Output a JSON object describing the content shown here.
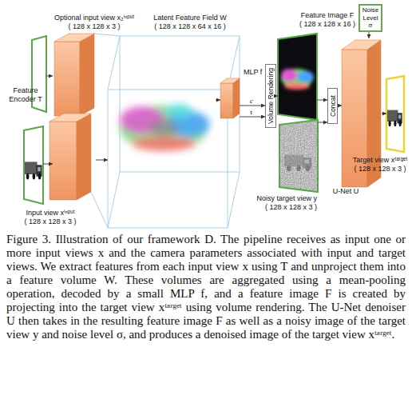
{
  "diagram": {
    "caption": "Figure 3. Illustration of our framework D. The pipeline receives as input one or more input views x and the camera parameters associated with input and target views. We extract features from each input view x using T and unproject them into a feature volume W. These volumes are aggregated using a mean-pooling operation, decoded by a small MLP f, and a feature image F is created by projecting into the target view xᵗᵃʳᵍᵉᵗ using volume rendering. The U-Net denoiser U then takes in the resulting feature image F as well as a noisy image of the target view y and noise level σ, and produces a denoised image of the target view xᵗᵃʳᵍᵉᵗ.",
    "nodes": [
      {
        "text": [
          "Optional input view x₂ⁱⁿᵖᵘᵗ",
          "( 128 x 128 x 3 )"
        ]
      },
      {
        "text": [
          "Input view xⁱⁿᵖᵘᵗ",
          "( 128 x 128 x 3 )"
        ]
      },
      {
        "text": [
          "Feature Encoder T"
        ]
      },
      {
        "text": [
          "Latent Feature Field W",
          "( 128 x 128 x 64 x 16 )"
        ]
      },
      {
        "text": [
          "MLP f"
        ]
      },
      {
        "text": [
          "Volume Rendering"
        ]
      },
      {
        "text": [
          "Feature Image F",
          "( 128 x 128 x 16 )"
        ]
      },
      {
        "text": [
          "Noisy target view y",
          "( 128 x 128 x 3 )"
        ]
      },
      {
        "text": [
          "Concat"
        ]
      },
      {
        "text": [
          "Noise Level σ"
        ]
      },
      {
        "text": [
          "U-Net U"
        ]
      },
      {
        "text": [
          "Target view xᵗᵃʳᵍᵉᵗ",
          "( 128 x 128 x 3 )"
        ]
      }
    ],
    "edges": [
      {
        "from": 0,
        "to": 2,
        "arrow": "to"
      },
      {
        "from": 1,
        "to": 2,
        "arrow": "to"
      },
      {
        "from": 2,
        "to": 3,
        "arrow": "to"
      },
      {
        "from": 3,
        "to": 4,
        "arrow": "to"
      },
      {
        "from": 4,
        "to": 5,
        "label": "c",
        "arrow": "to"
      },
      {
        "from": 4,
        "to": 5,
        "label": "τ",
        "arrow": "to"
      },
      {
        "from": 5,
        "to": 6,
        "arrow": "to"
      },
      {
        "from": 6,
        "to": 8,
        "arrow": "to"
      },
      {
        "from": 7,
        "to": 8,
        "arrow": "to"
      },
      {
        "from": 8,
        "to": 10,
        "arrow": "to"
      },
      {
        "from": 9,
        "to": 10,
        "arrow": "to"
      },
      {
        "from": 10,
        "to": 11,
        "arrow": "to"
      }
    ]
  }
}
